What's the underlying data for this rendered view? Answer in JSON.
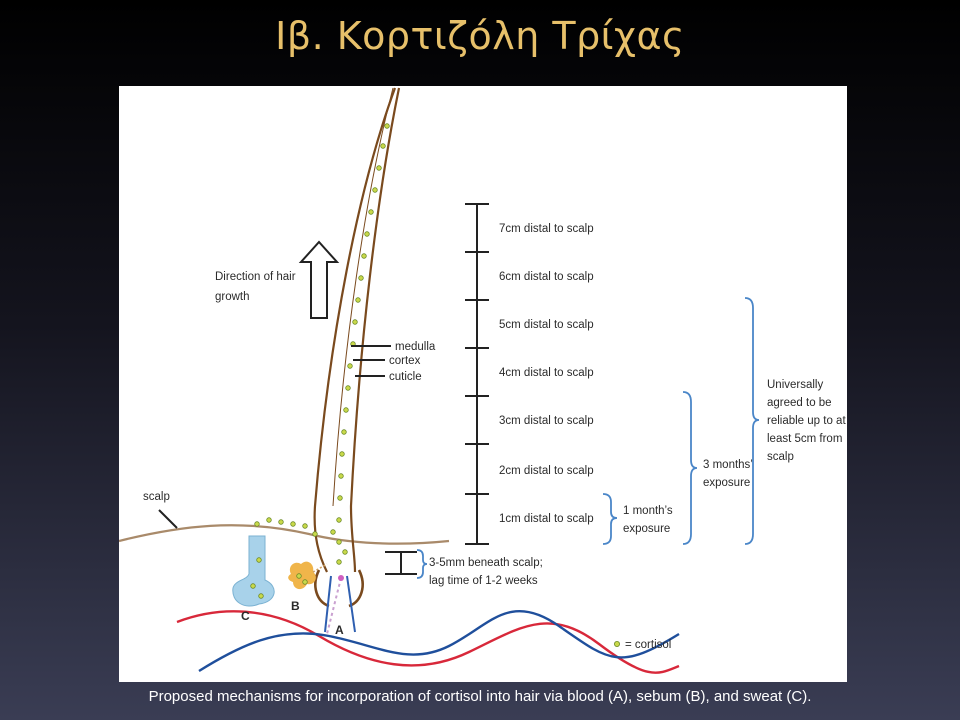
{
  "slide": {
    "title": "Ιβ. Κορτιζόλη Τρίχας",
    "caption": "Proposed mechanisms for incorporation of cortisol into hair via blood (A), sebum (B), and sweat (C)."
  },
  "diagram": {
    "direction_label": [
      "Direction of hair",
      "growth"
    ],
    "layer_labels": [
      "medulla",
      "cortex",
      "cuticle"
    ],
    "scalp_label": "scalp",
    "scale_labels": [
      "7cm distal to scalp",
      "6cm distal to scalp",
      "5cm distal to scalp",
      "4cm distal to scalp",
      "3cm distal to scalp",
      "2cm distal to scalp",
      "1cm distal to scalp"
    ],
    "beneath_label": [
      "3-5mm beneath scalp;",
      "lag time of 1-2 weeks"
    ],
    "one_month_label": [
      "1 month’s",
      "exposure"
    ],
    "three_months_label": [
      "3 months’",
      "exposure"
    ],
    "universal_label": [
      "Universally",
      "agreed to be",
      "reliable up to at",
      "least 5cm from",
      "scalp"
    ],
    "marker_a": "A",
    "marker_b": "B",
    "marker_c": "C",
    "legend_label": "= cortisol",
    "colors": {
      "hair": "#7a4a1e",
      "scalp": "#a98a6a",
      "blood_red": "#d8283a",
      "blood_blue": "#1f4f9c",
      "bracket": "#4a86c8",
      "cortisol_dot": "#c9d94a",
      "sweat": "#a8d2ea",
      "sebum": "#f0b54a"
    }
  }
}
